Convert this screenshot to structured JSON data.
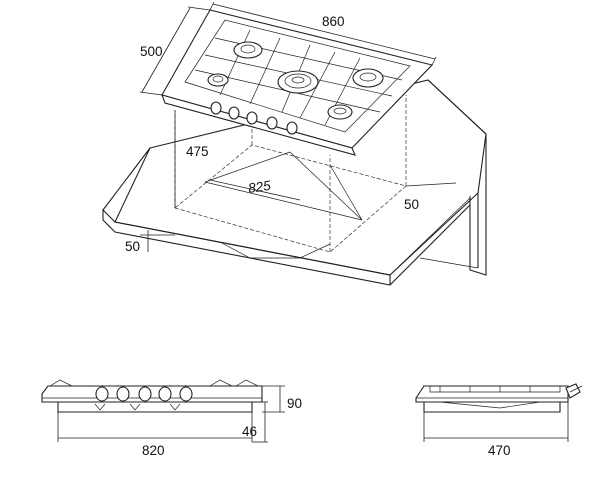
{
  "dimensions": {
    "hob_width": "860",
    "hob_depth": "500",
    "cutout_depth": "475",
    "cutout_width": "825",
    "rear_clearance": "50",
    "front_clearance": "50",
    "front_view_width": "820",
    "front_view_height": "90",
    "front_view_depth_below": "46",
    "side_view_depth": "470"
  }
}
